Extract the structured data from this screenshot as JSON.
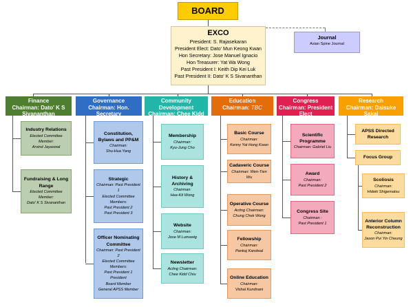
{
  "board": "BOARD",
  "exco": {
    "title": "EXCO",
    "members": [
      "President: S. Rajasekaran",
      "President Elect: Dato' Mun Keong Kwan",
      "Hon Secretary: Jose Manuel Ignacio",
      "Hon Treasurer: Yat Wa Wong",
      "Past President I: Keith Dip Kei Luk",
      "Past President II: Dato' K S Sivananthan"
    ]
  },
  "journal": {
    "title": "Journal",
    "subtitle": "Asian Spine Journal"
  },
  "colors": {
    "board": "#ffcc00",
    "exco": "#fff2cc",
    "journal": "#ccccff",
    "finance": "#4e7f2e",
    "governance": "#2f6ec4",
    "community": "#22b6a8",
    "education": "#e46c0a",
    "congress": "#e02050",
    "research": "#f7a000"
  },
  "departments": [
    {
      "key": "finance",
      "title": "Finance",
      "chair": "Chairman: Dato' K S Sivananthan",
      "items": [
        {
          "title": "Industry Relations",
          "lines": [
            "Elected Committee",
            "Member:",
            "Arvind Jayaswal"
          ]
        },
        {
          "title": "Fundraising & Long Range",
          "lines": [
            "Elected Committee Member:",
            "Dato' K S Sivananthan"
          ]
        }
      ]
    },
    {
      "key": "governance",
      "title": "Governance",
      "chair": "Chairman: Hon. Secretary",
      "items": [
        {
          "title": "Constitution, Bylaws and PP&M",
          "lines": [
            "Chairman:",
            "Shu-Hua Yang"
          ]
        },
        {
          "title": "Strategic",
          "lines": [
            "Chairman: Past President 1",
            "Elected Committee Members:",
            "Past President 2",
            "Past President 3"
          ]
        },
        {
          "title": "Officer Nominating Committee",
          "lines": [
            "Chairman: Past President 2",
            "Elected Committee Members:",
            "Past President 1",
            "President",
            "Board Member",
            "General APSS Member"
          ]
        }
      ]
    },
    {
      "key": "community",
      "title": "Community Development",
      "chair": "Chairman: Chee Kidd Chiu",
      "items": [
        {
          "title": "Membership",
          "lines": [
            "Chairman:",
            "Kyu-Jung Cho"
          ]
        },
        {
          "title": "History & Archiving",
          "lines": [
            "Chairman:",
            "Hee-Kit Wong"
          ]
        },
        {
          "title": "Website",
          "lines": [
            "Chairman:",
            "Jose M Lumawig"
          ]
        },
        {
          "title": "Newsletter",
          "lines": [
            "Acting Chairman:",
            "Chee Kidd Chiu"
          ]
        }
      ]
    },
    {
      "key": "education",
      "title": "Education",
      "chair": "Chairman:",
      "chair_italic": "TBC",
      "items": [
        {
          "title": "Basic Course",
          "lines": [
            "Chairman:",
            "Kenny Yat Hong Kwan"
          ]
        },
        {
          "title": "Cadaveric Course",
          "lines": [
            "Chairman: Wen-Tien Wu"
          ]
        },
        {
          "title": "Operative Course",
          "lines": [
            "Acting Chairman:",
            "Chung Chek Wong"
          ]
        },
        {
          "title": "Fellowship",
          "lines": [
            "Chairman:",
            "Pankaj Kandwal"
          ]
        },
        {
          "title": "Online Education",
          "lines": [
            "Chairman:",
            "Vishal Kundnani"
          ]
        }
      ]
    },
    {
      "key": "congress",
      "title": "Congress",
      "chair": "Chairman: President Elect",
      "items": [
        {
          "title": "Scientific Programme",
          "lines": [
            "Chairman: Gabriel Liu"
          ]
        },
        {
          "title": "Award",
          "lines": [
            "Chairman:",
            "Past President 2"
          ]
        },
        {
          "title": "Congress Site",
          "lines": [
            "Chairman :",
            "Past President 1"
          ]
        }
      ]
    },
    {
      "key": "research",
      "title": "Research",
      "chair": "Chairman: Daisuke Sakai",
      "items": [
        {
          "title": "APSS Directed Research",
          "lines": []
        },
        {
          "title": "Focus Group",
          "lines": []
        },
        {
          "title": "Scoliosis",
          "lines": [
            "Chairman:",
            "Hideki Shigematsu"
          ]
        },
        {
          "title": "Anterior Column Reconstruction",
          "lines": [
            "Chairman:",
            "Jason Pui Yin Cheung"
          ]
        }
      ]
    }
  ]
}
